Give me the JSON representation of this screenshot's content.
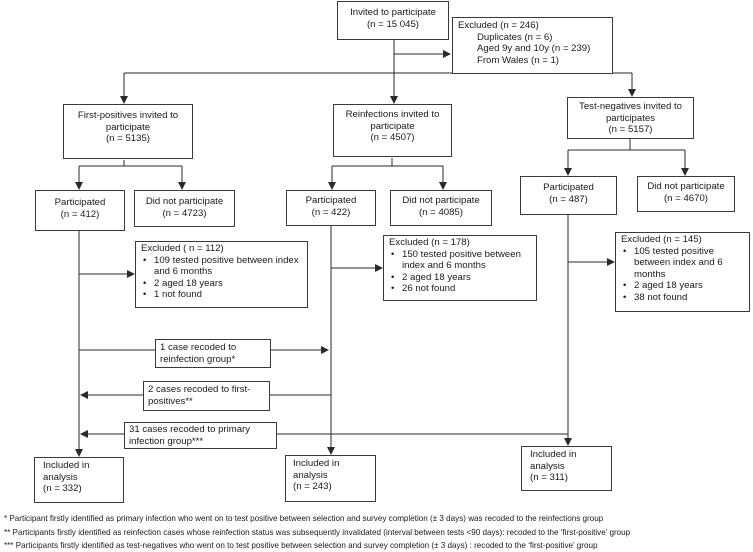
{
  "invited": {
    "title": "Invited to participate",
    "n": "(n = 15 045)"
  },
  "excluded_top": {
    "title": "Excluded (n = 246)",
    "items": [
      "Duplicates (n = 6)",
      "Aged 9y and 10y (n = 239)",
      "From Wales (n = 1)"
    ]
  },
  "groups": {
    "first": {
      "title_1": "First-positives invited to",
      "title_2": "participate",
      "n": "(n = 5135)"
    },
    "reinf": {
      "title_1": "Reinfections invited to",
      "title_2": "participate",
      "n": "(n = 4507)"
    },
    "testneg": {
      "title_1": "Test-negatives invited to",
      "title_2": "participates",
      "n": "(n = 5157)"
    }
  },
  "participated": {
    "first": {
      "label": "Participated",
      "n": "(n = 412)"
    },
    "reinf": {
      "label": "Participated",
      "n": "(n = 422)"
    },
    "testneg": {
      "label": "Participated",
      "n": "(n = 487)"
    }
  },
  "not_participate": {
    "first": {
      "label": "Did not participate",
      "n": "(n = 4723)"
    },
    "reinf": {
      "label": "Did not participate",
      "n": "(n = 4085)"
    },
    "testneg": {
      "label": "Did not participate",
      "n": "(n = 4670)"
    }
  },
  "excluded": {
    "first": {
      "title": "Excluded ( n = 112)",
      "items": [
        "109 tested positive between index and 6 months",
        "2 aged 18 years",
        "1 not found"
      ]
    },
    "reinf": {
      "title": "Excluded (n = 178)",
      "items": [
        "150 tested positive between index and 6 months",
        "2 aged 18 years",
        "26 not found"
      ]
    },
    "testneg": {
      "title": "Excluded (n = 145)",
      "items": [
        "105 tested positive between index and 6 months",
        "2 aged 18 years",
        "38 not found"
      ]
    }
  },
  "recodes": {
    "to_reinf": {
      "line1": "1 case recoded to",
      "line2": "reinfection group*"
    },
    "to_first": {
      "line1": "2 cases recoded to first-",
      "line2": "positives**"
    },
    "to_primary": {
      "line1": "31 cases recoded to primary",
      "line2": "infection group***"
    }
  },
  "included": {
    "first": {
      "l1": "Included in",
      "l2": "analysis",
      "n": "(n = 332)"
    },
    "reinf": {
      "l1": "Included in",
      "l2": "analysis",
      "n": "(n = 243)"
    },
    "testneg": {
      "l1": "Included in",
      "l2": "analysis",
      "n": "(n = 311)"
    }
  },
  "footnotes": [
    "* Participant firstly identified as primary infection who went on to test positive between selection and survey completion (± 3 days) was recoded to the reinfections group",
    "** Participants firstly identified as reinfection cases whose reinfection status was subsequently invalidated (interval between tests <90 days): recoded to the ‘first-positive’ group",
    "*** Participants firstly identified as test-negatives who went on to test positive between selection and survey completion (± 3 days) : recoded to the ‘first-positive’ group"
  ]
}
